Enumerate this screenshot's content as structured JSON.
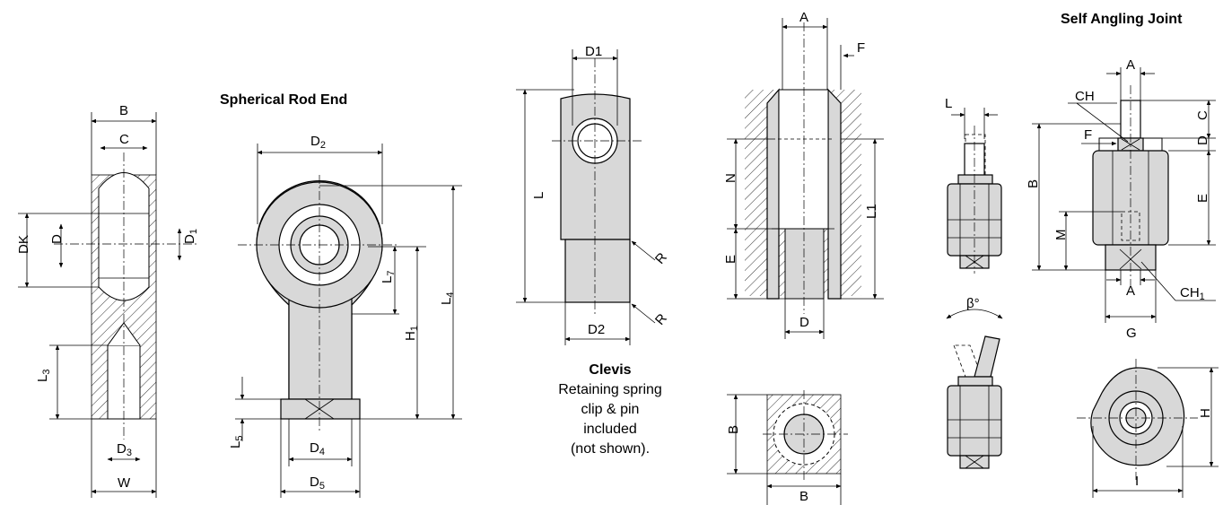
{
  "titles": {
    "spherical": "Spherical Rod End",
    "self_angling": "Self  Angling Joint",
    "clevis": "Clevis"
  },
  "clevis_note": [
    "Retaining spring",
    "clip & pin",
    "included",
    "(not shown)."
  ],
  "labels": {
    "B": "B",
    "C": "C",
    "DK": "DK",
    "D": "D",
    "D1": "D",
    "D1_sub": "1",
    "L3": "L",
    "L3_sub": "3",
    "D3": "D",
    "D3_sub": "3",
    "W": "W",
    "D2": "D",
    "D2_sub": "2",
    "L7": "L",
    "L7_sub": "7",
    "H1": "H",
    "H1_sub": "1",
    "L4": "L",
    "L4_sub": "4",
    "L5": "L",
    "L5_sub": "5",
    "D4": "D",
    "D4_sub": "4",
    "D5": "D",
    "D5_sub": "5",
    "clevis_D1": "D1",
    "clevis_L": "L",
    "clevis_R1": "R",
    "clevis_R2": "R",
    "clevis_D2": "D2",
    "side_A": "A",
    "side_F": "F",
    "side_N": "N",
    "side_E": "E",
    "side_L1": "L1",
    "side_D": "D",
    "bot_B_v": "B",
    "bot_B_h": "B",
    "sm_L": "L",
    "beta": "β°",
    "sa_A": "A",
    "sa_CH": "CH",
    "sa_F": "F",
    "sa_C": "C",
    "sa_D": "D",
    "sa_B": "B",
    "sa_E": "E",
    "sa_M": "M",
    "sa_A2": "A",
    "sa_CH1": "CH",
    "sa_CH1_sub": "1",
    "sa_G": "G",
    "sa_H": "H",
    "sa_I": "I"
  }
}
